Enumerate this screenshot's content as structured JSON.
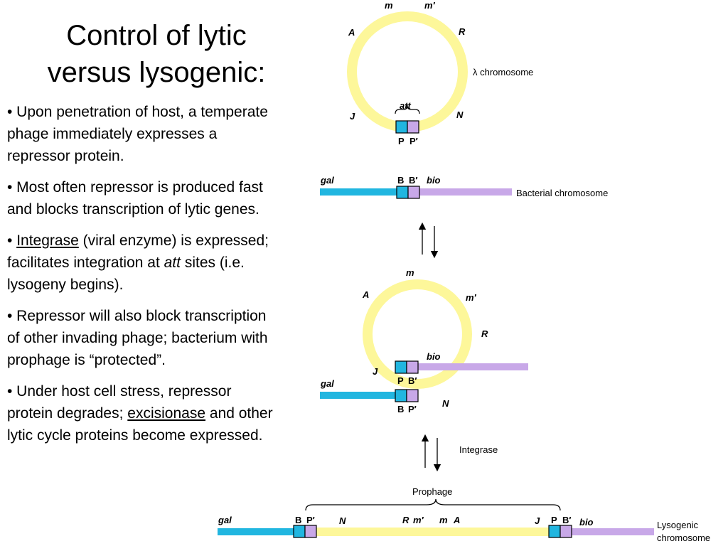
{
  "title": {
    "line1": "Control of lytic",
    "line2": "versus lysogenic:"
  },
  "bullets": [
    {
      "pre": "• Upon penetration of host, a temperate phage immediately expresses a repressor protein."
    },
    {
      "pre": "•  Most often repressor is produced fast and blocks transcription of lytic genes."
    },
    {
      "pre": "• ",
      "u": "Integrase",
      "mid": " (viral enzyme) is expressed; facilitates integration at ",
      "it": "att",
      "post": " sites (i.e. lysogeny begins)."
    },
    {
      "pre": "• Repressor will also block transcription of other invading phage; bacterium with prophage is “protected”."
    },
    {
      "pre": "• Under host cell stress, repressor protein degrades; ",
      "u": "excisionase",
      "post": " and other lytic cycle proteins become expressed."
    }
  ],
  "diagram": {
    "colors": {
      "phage": "#fdf79a",
      "gal": "#21b6e0",
      "bio": "#c8a8e8",
      "outline": "#000000"
    },
    "lambda": {
      "m": "m",
      "mp": "m′",
      "A": "A",
      "R": "R",
      "J": "J",
      "N": "N",
      "att": "att",
      "P": "P",
      "Pp": "P′",
      "label": "λ chromosome"
    },
    "bacterial": {
      "gal": "gal",
      "B": "B",
      "Bp": "B′",
      "bio": "bio",
      "label": "Bacterial chromosome"
    },
    "intermediate": {
      "m": "m",
      "A": "A",
      "mp": "m′",
      "R": "R",
      "bio": "bio",
      "J": "J",
      "gal": "gal",
      "P": "P",
      "Bp_top": "B′",
      "N": "N",
      "B": "B",
      "Pp": "P′"
    },
    "integrase_label": "Integrase",
    "lysogenic": {
      "prophage": "Prophage",
      "gal": "gal",
      "B": "B",
      "Pp": "P′",
      "N": "N",
      "R": "R",
      "mp": "m′",
      "m": "m",
      "A": "A",
      "J": "J",
      "P": "P",
      "Bp": "B′",
      "bio": "bio",
      "label1": "Lysogenic",
      "label2": "chromosome"
    }
  }
}
